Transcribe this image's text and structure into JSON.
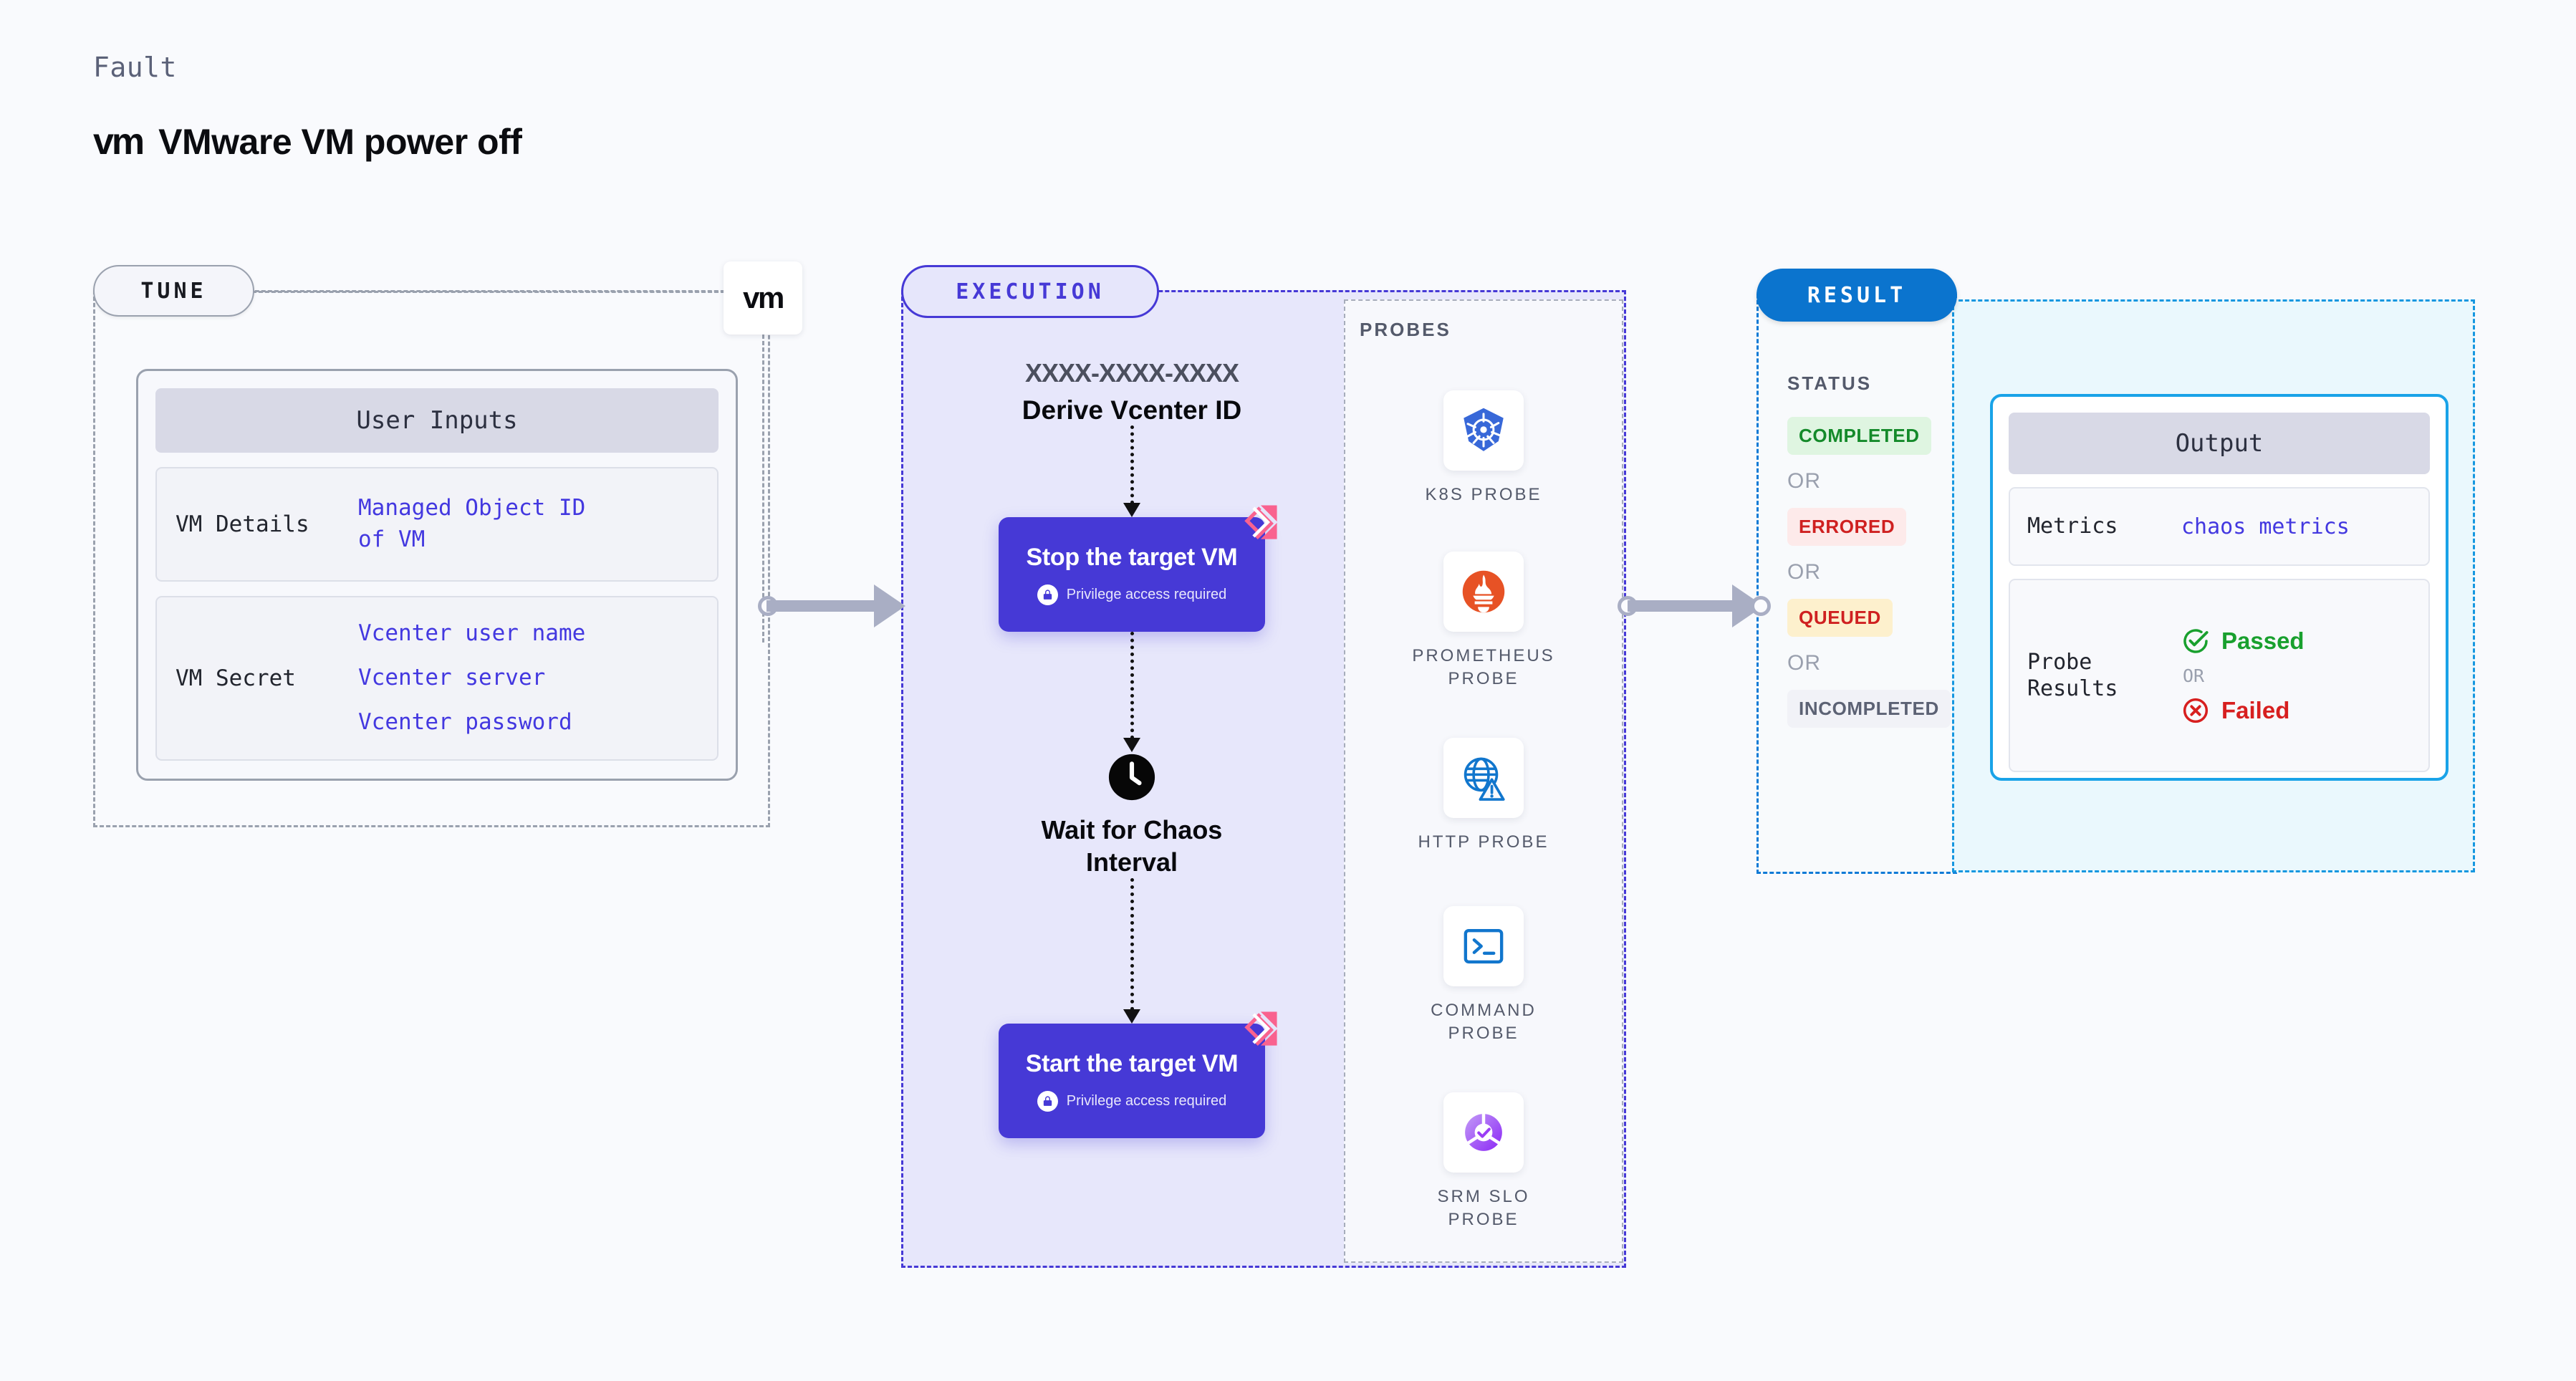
{
  "header": {
    "eyebrow": "Fault",
    "logo_word": "vm",
    "title": "VMware VM power off"
  },
  "badges": {
    "vm_logo": "vm"
  },
  "tune": {
    "tag": "TUNE",
    "card_title": "User Inputs",
    "rows": [
      {
        "key": "VM Details",
        "values": [
          "Managed Object ID",
          "of VM"
        ]
      },
      {
        "key": "VM Secret",
        "values": [
          "Vcenter user name",
          "Vcenter server",
          "Vcenter password"
        ]
      }
    ]
  },
  "execution": {
    "tag": "EXECUTION",
    "derive": {
      "id": "XXXX-XXXX-XXXX",
      "label": "Derive Vcenter ID"
    },
    "stop_step": {
      "title": "Stop the target VM",
      "privilege": "Privilege access required"
    },
    "wait_step": {
      "label_line1": "Wait for Chaos",
      "label_line2": "Interval"
    },
    "start_step": {
      "title": "Start the target VM",
      "privilege": "Privilege access required"
    }
  },
  "probes": {
    "title": "PROBES",
    "items": [
      {
        "icon": "kubernetes-icon",
        "label_line1": "K8S  PROBE",
        "label_line2": ""
      },
      {
        "icon": "prometheus-icon",
        "label_line1": "PROMETHEUS",
        "label_line2": "PROBE"
      },
      {
        "icon": "http-globe-warning-icon",
        "label_line1": "HTTP  PROBE",
        "label_line2": ""
      },
      {
        "icon": "command-terminal-icon",
        "label_line1": "COMMAND",
        "label_line2": "PROBE"
      },
      {
        "icon": "srm-slo-icon",
        "label_line1": "SRM  SLO",
        "label_line2": "PROBE"
      }
    ]
  },
  "result": {
    "tag": "RESULT",
    "status_title": "STATUS",
    "or_label": "OR",
    "statuses": [
      {
        "label": "COMPLETED",
        "style": "b-completed"
      },
      {
        "label": "ERRORED",
        "style": "b-errored"
      },
      {
        "label": "QUEUED",
        "style": "b-queued"
      },
      {
        "label": "INCOMPLETED",
        "style": "b-incompleted"
      }
    ]
  },
  "output": {
    "card_title": "Output",
    "metrics_key": "Metrics",
    "metrics_value": "chaos metrics",
    "probe_results_key_line1": "Probe",
    "probe_results_key_line2": "Results",
    "passed_label": "Passed",
    "or_label": "OR",
    "failed_label": "Failed"
  },
  "colors": {
    "accent_purple": "#4639d6",
    "accent_blue": "#0b74ce",
    "accent_cyan": "#19a3e8",
    "harness_pink": "#f9628f",
    "pass_green": "#19a02e",
    "fail_red": "#d71f1f"
  }
}
